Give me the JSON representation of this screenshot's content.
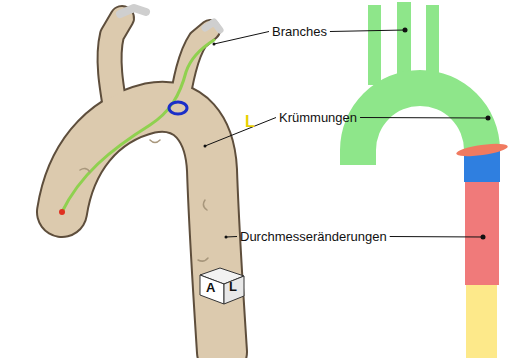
{
  "diagram": {
    "labels": [
      "Branches",
      "Krümmungen",
      "Durchmesseränderungen",
      "L",
      "A",
      "L"
    ]
  }
}
